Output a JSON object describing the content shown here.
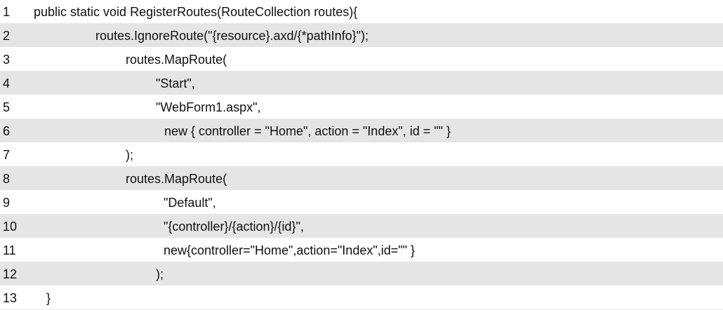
{
  "listing": {
    "lines": [
      {
        "number": "1",
        "code": "public static void RegisterRoutes(RouteCollection routes){"
      },
      {
        "number": "2",
        "code": "routes.IgnoreRoute(\"{resource}.axd/{*pathInfo}\");"
      },
      {
        "number": "3",
        "code": "routes.MapRoute("
      },
      {
        "number": "4",
        "code": "\"Start\","
      },
      {
        "number": "5",
        "code": "\"WebForm1.aspx\","
      },
      {
        "number": "6",
        "code": "new { controller = \"Home\", action = \"Index\", id = \"\" }"
      },
      {
        "number": "7",
        "code": ");"
      },
      {
        "number": "8",
        "code": "routes.MapRoute("
      },
      {
        "number": "9",
        "code": "\"Default\","
      },
      {
        "number": "10",
        "code": "\"{controller}/{action}/{id}\","
      },
      {
        "number": "11",
        "code": "new{controller=\"Home\",action=\"Index\",id=\"\" }"
      },
      {
        "number": "12",
        "code": ");"
      },
      {
        "number": "13",
        "code": "}"
      }
    ]
  }
}
